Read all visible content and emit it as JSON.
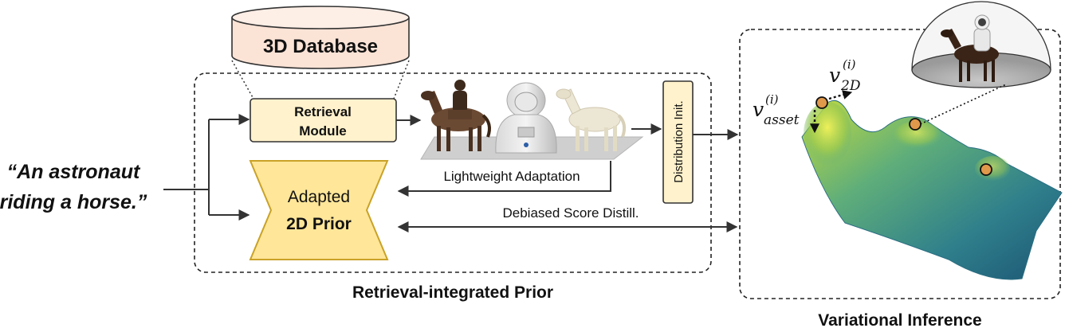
{
  "prompt": {
    "line1": "“An astronaut",
    "line2": "riding a horse.”"
  },
  "database": {
    "label": "3D Database"
  },
  "retrieval_module": {
    "line1": "Retrieval",
    "line2": "Module"
  },
  "adapted_prior": {
    "line1": "Adapted",
    "line2": "2D Prior"
  },
  "distribution_init": {
    "label": "Distribution Init."
  },
  "arrows": {
    "lightweight_adaptation": "Lightweight Adaptation",
    "debiased_score_distill": "Debiased Score Distill."
  },
  "sections": {
    "retrieval_prior": "Retrieval-integrated Prior",
    "variational_inference": "Variational Inference"
  },
  "math": {
    "v_asset_base": "v",
    "v_asset_sub": "asset",
    "v_asset_sup": "(i)",
    "v_2d_base": "v",
    "v_2d_sub": "2D",
    "v_2d_sup": "(i)"
  },
  "colors": {
    "database_fill": "#fbe3d6",
    "module_fill": "#fff2cc",
    "prior_fill": "#ffe699",
    "prior_stroke": "#c9a227",
    "particle_fill": "#e0984a",
    "terrain_low": "#1f5f7a",
    "terrain_high": "#d4e33a"
  },
  "icons": [
    "horse-rider-asset",
    "astronaut-suit-asset",
    "white-horse-asset",
    "astronaut-on-horse-render"
  ]
}
